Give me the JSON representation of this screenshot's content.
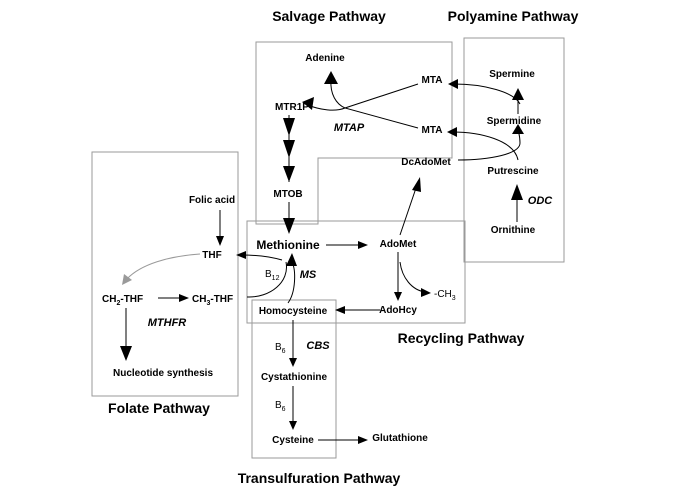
{
  "pathways": {
    "salvage": "Salvage Pathway",
    "polyamine": "Polyamine Pathway",
    "folate": "Folate Pathway",
    "recycling": "Recycling Pathway",
    "transulfuration": "Transulfuration Pathway"
  },
  "metabolites": {
    "adenine": "Adenine",
    "mtr1p": "MTR1P",
    "mtob": "MTOB",
    "mta_top": "MTA",
    "mta_bottom": "MTA",
    "spermine": "Spermine",
    "spermidine": "Spermidine",
    "putrescine": "Putrescine",
    "ornithine": "Ornithine",
    "dcadomet": "DcAdoMet",
    "methionine": "Methionine",
    "adomet": "AdoMet",
    "adohcy": "AdoHcy",
    "methyl_main": "-CH",
    "methyl_sub": "3",
    "homocysteine": "Homocysteine",
    "folic_acid": "Folic acid",
    "thf": "THF",
    "ch2thf_pre": "CH",
    "ch2thf_sub": "2",
    "ch2thf_post": "-THF",
    "ch3thf_pre": "CH",
    "ch3thf_sub": "3",
    "ch3thf_post": "-THF",
    "nucleotide_synthesis": "Nucleotide synthesis",
    "cystathionine": "Cystathionine",
    "cysteine": "Cysteine",
    "glutathione": "Glutathione"
  },
  "enzymes": {
    "mtap": "MTAP",
    "odc": "ODC",
    "ms": "MS",
    "mthfr": "MTHFR",
    "cbs": "CBS"
  },
  "cofactors": {
    "b12_main": "B",
    "b12_sub": "12",
    "b6_1_main": "B",
    "b6_1_sub": "6",
    "b6_2_main": "B",
    "b6_2_sub": "6"
  },
  "colors": {
    "box_stroke": "#9a9a9a",
    "arrow": "#000000",
    "arrow_gray": "#9a9a9a"
  }
}
